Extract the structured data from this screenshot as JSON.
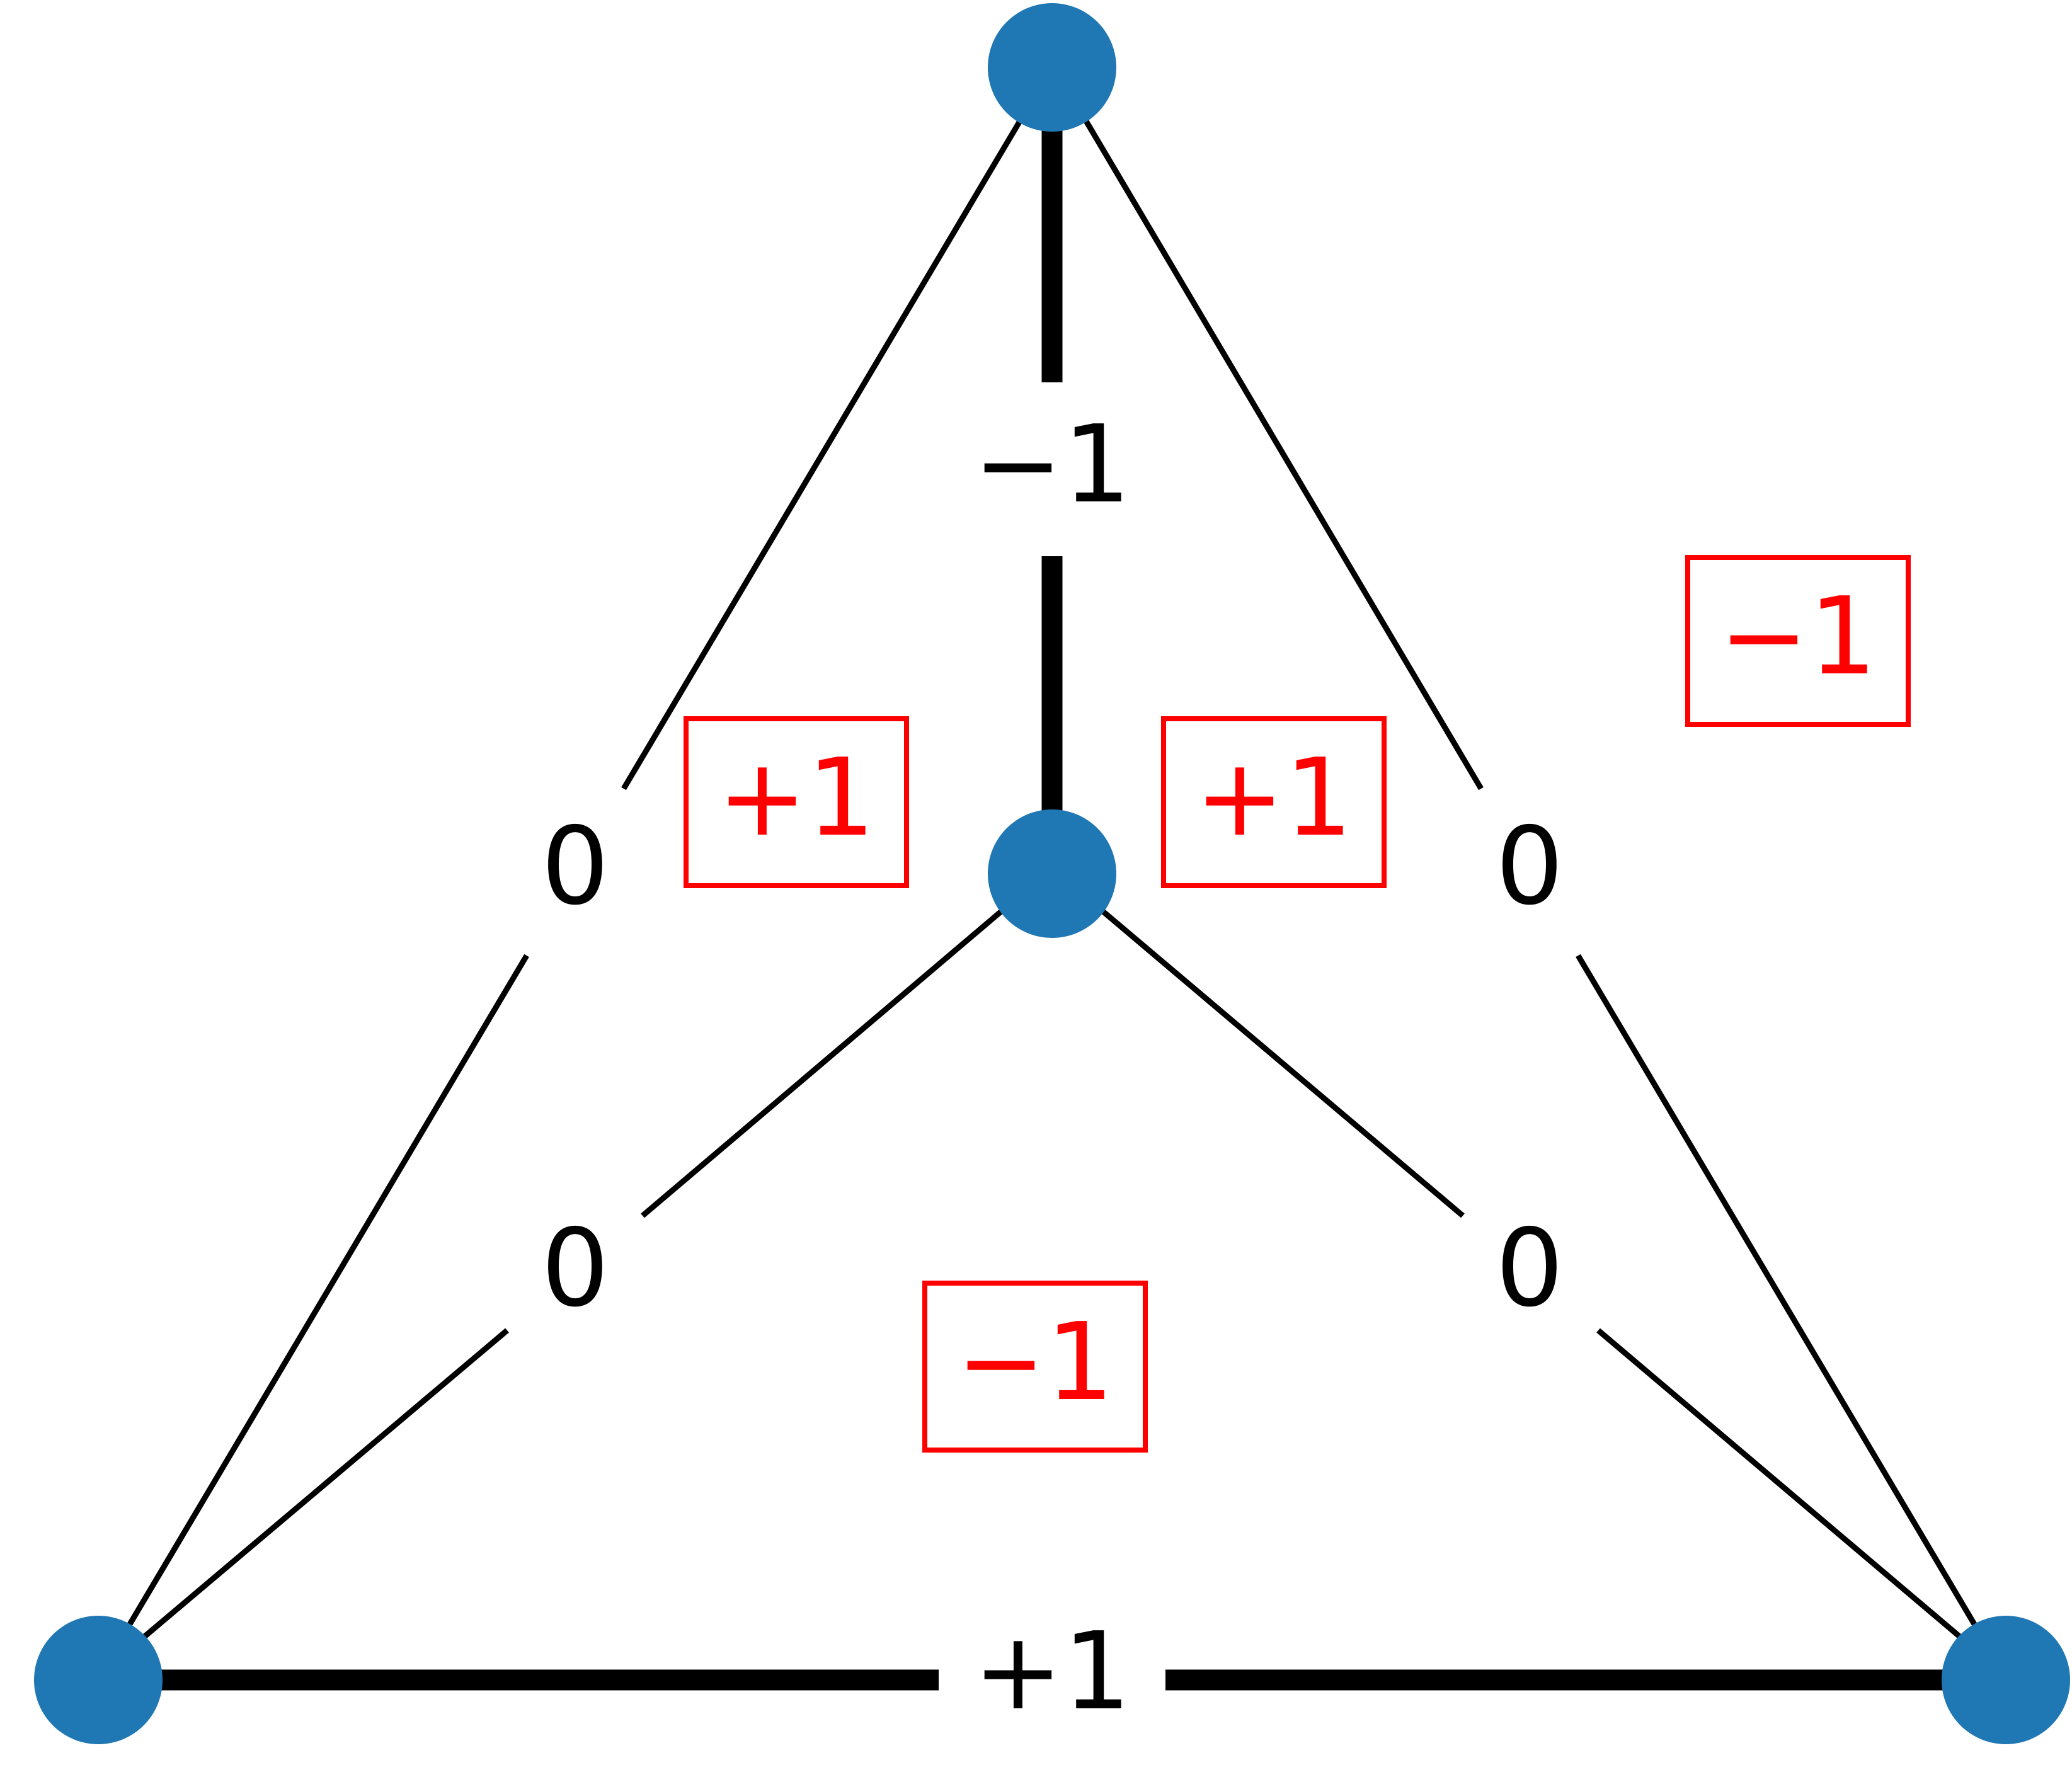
{
  "colors": {
    "node": "#1f77b4",
    "edge": "#000000",
    "face": "#ff0000",
    "background": "#ffffff"
  },
  "nodes": [
    {
      "id": "top"
    },
    {
      "id": "center"
    },
    {
      "id": "bottom-left"
    },
    {
      "id": "bottom-right"
    }
  ],
  "edges": [
    {
      "from": "top",
      "to": "center",
      "label": "−1",
      "weight": "thick"
    },
    {
      "from": "top",
      "to": "bottom-left",
      "label": "0",
      "weight": "thin"
    },
    {
      "from": "top",
      "to": "bottom-right",
      "label": "0",
      "weight": "thin"
    },
    {
      "from": "center",
      "to": "bottom-left",
      "label": "0",
      "weight": "thin"
    },
    {
      "from": "center",
      "to": "bottom-right",
      "label": "0",
      "weight": "thin"
    },
    {
      "from": "bottom-left",
      "to": "bottom-right",
      "label": "+1",
      "weight": "thick"
    }
  ],
  "faces": [
    {
      "id": "left-upper",
      "label": "+1"
    },
    {
      "id": "right-upper",
      "label": "+1"
    },
    {
      "id": "outer",
      "label": "−1"
    },
    {
      "id": "bottom",
      "label": "−1"
    }
  ]
}
